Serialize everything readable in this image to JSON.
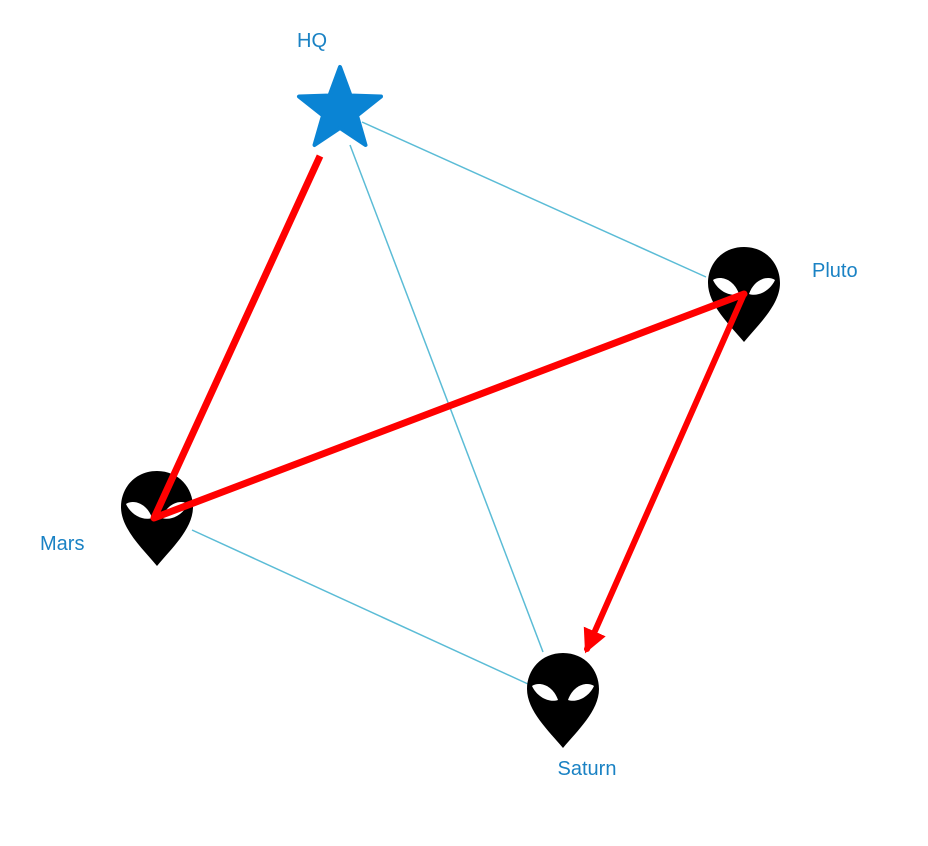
{
  "colors": {
    "link": "#5bbcd6",
    "route": "#ff0000",
    "label": "#1a82c4",
    "hq": "#0a84d4",
    "alien": "#000000",
    "eyes": "#ffffff"
  },
  "nodes": [
    {
      "id": "hq",
      "label": "HQ",
      "icon": "star-icon"
    },
    {
      "id": "pluto",
      "label": "Pluto",
      "icon": "alien-head-icon"
    },
    {
      "id": "mars",
      "label": "Mars",
      "icon": "alien-head-icon"
    },
    {
      "id": "saturn",
      "label": "Saturn",
      "icon": "alien-head-icon"
    }
  ],
  "links": [
    {
      "from": "hq",
      "to": "pluto"
    },
    {
      "from": "hq",
      "to": "saturn"
    },
    {
      "from": "mars",
      "to": "saturn"
    }
  ],
  "route": [
    {
      "from": "hq",
      "to": "mars"
    },
    {
      "from": "mars",
      "to": "pluto"
    },
    {
      "from": "pluto",
      "to": "saturn"
    }
  ]
}
